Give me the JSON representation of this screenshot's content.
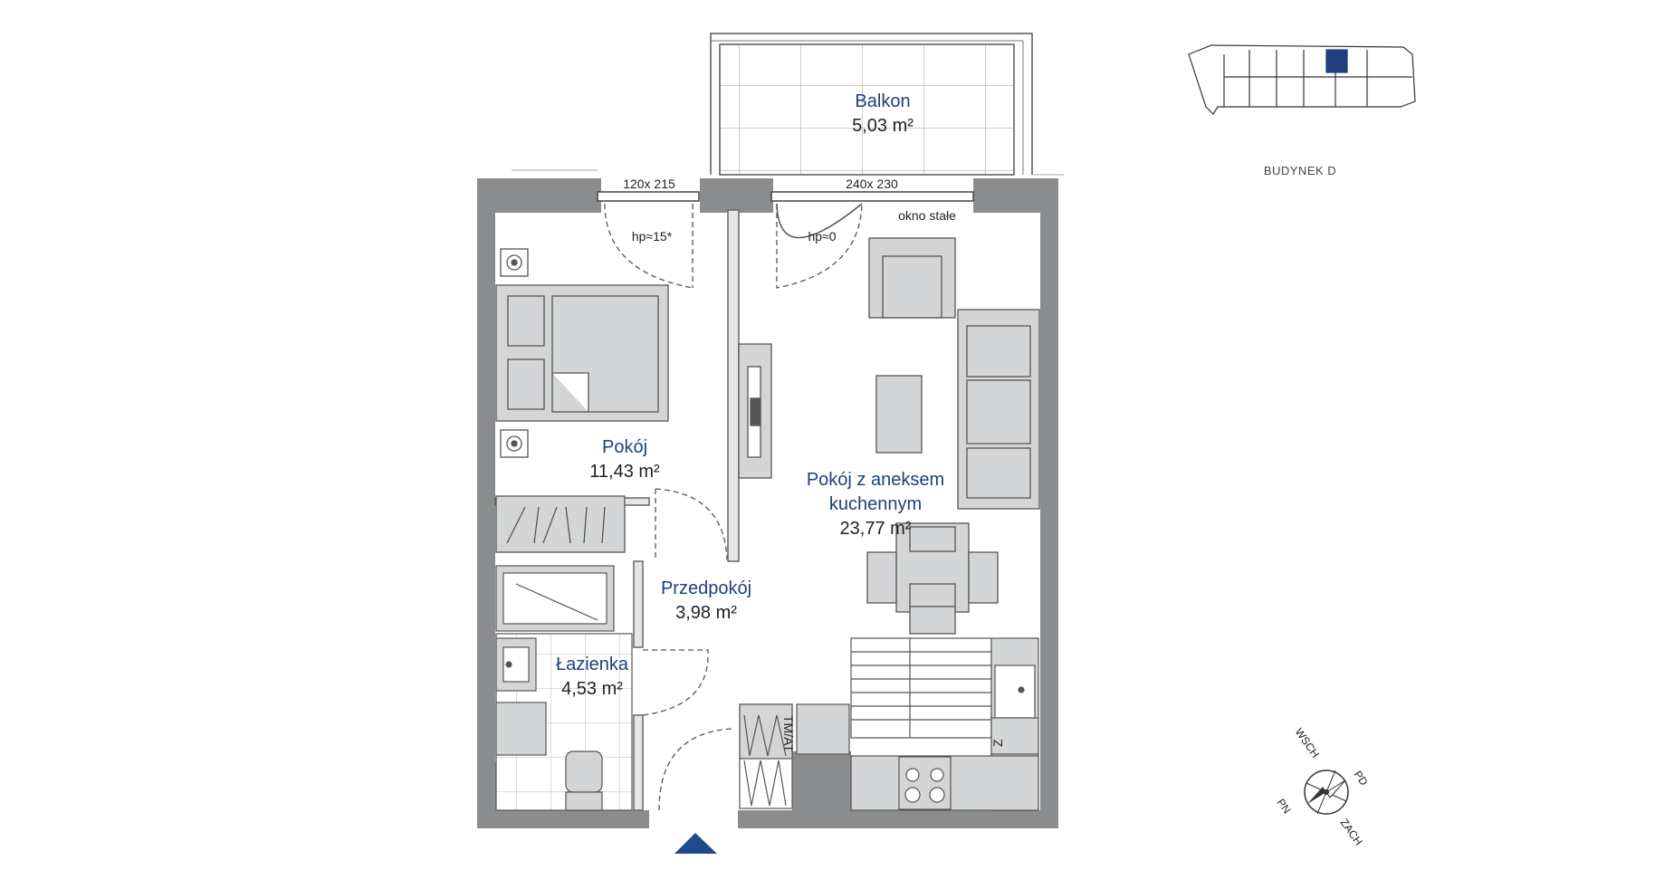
{
  "building": {
    "label": "BUDYNEK D"
  },
  "rooms": {
    "balkon": {
      "name": "Balkon",
      "area": "5,03 m²"
    },
    "pokoj": {
      "name": "Pokój",
      "area": "11,43 m²"
    },
    "salon": {
      "name_line1": "Pokój z aneksem",
      "name_line2": "kuchennym",
      "area": "23,77 m²"
    },
    "przedpokoj": {
      "name": "Przedpokój",
      "area": "3,98 m²"
    },
    "lazienka": {
      "name": "Łazienka",
      "area": "4,53 m²"
    }
  },
  "openings": {
    "window_left": {
      "size": "120x 215",
      "sill": "hp≈15*"
    },
    "window_right": {
      "size": "240x 230",
      "sill": "hp≈0"
    },
    "fixed_window_note": "okno stałe"
  },
  "labels": {
    "tmat": "TM/AT",
    "fridge": "Z"
  },
  "compass": {
    "north_west": "WSCH",
    "north_east": "PD",
    "south_west": "PN",
    "south_east": "ZACH"
  },
  "colors": {
    "wall": "#8a8c8e",
    "furniture": "#d4d5d6",
    "accent": "#1f4a8c",
    "text_blue": "#1f3f7c"
  }
}
